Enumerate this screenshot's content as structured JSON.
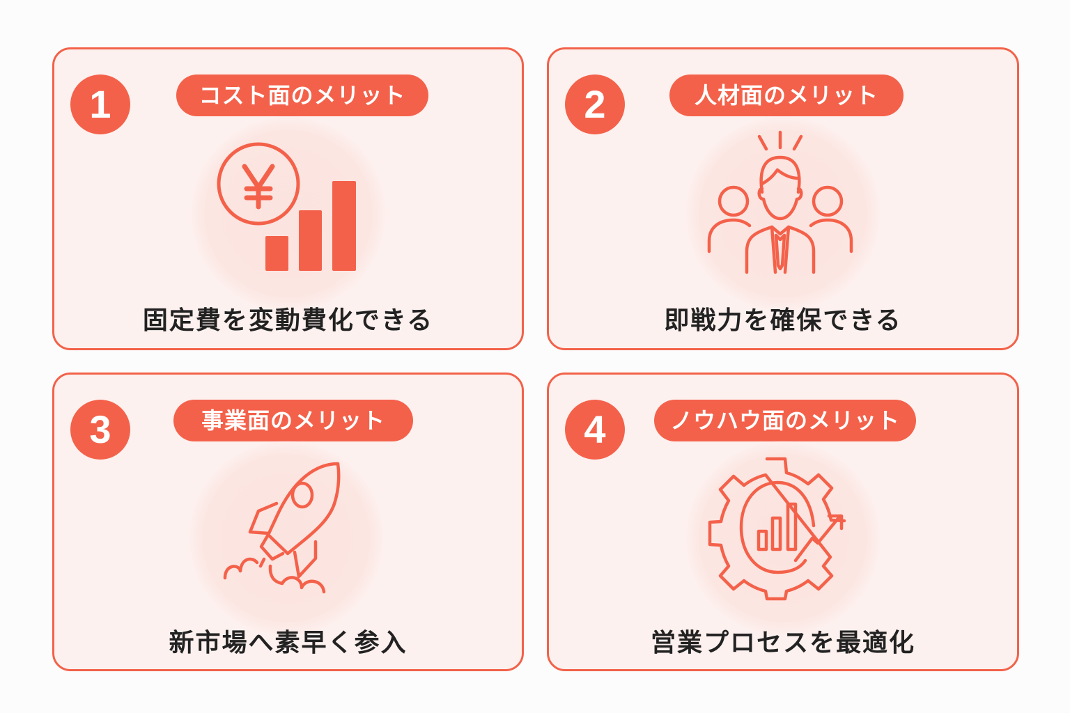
{
  "theme": {
    "accent": "#f4614a",
    "border": "#f26249",
    "card_bg": "#fdf1ef",
    "text": "#222222"
  },
  "cards": [
    {
      "number": "1",
      "category": "コスト面のメリット",
      "icon": "yen-bar-chart-icon",
      "caption": "固定費を変動費化できる"
    },
    {
      "number": "2",
      "category": "人材面のメリット",
      "icon": "team-people-icon",
      "caption": "即戦力を確保できる"
    },
    {
      "number": "3",
      "category": "事業面のメリット",
      "icon": "rocket-icon",
      "caption": "新市場へ素早く参入"
    },
    {
      "number": "4",
      "category": "ノウハウ面のメリット",
      "icon": "gear-chart-icon",
      "caption": "営業プロセスを最適化"
    }
  ]
}
